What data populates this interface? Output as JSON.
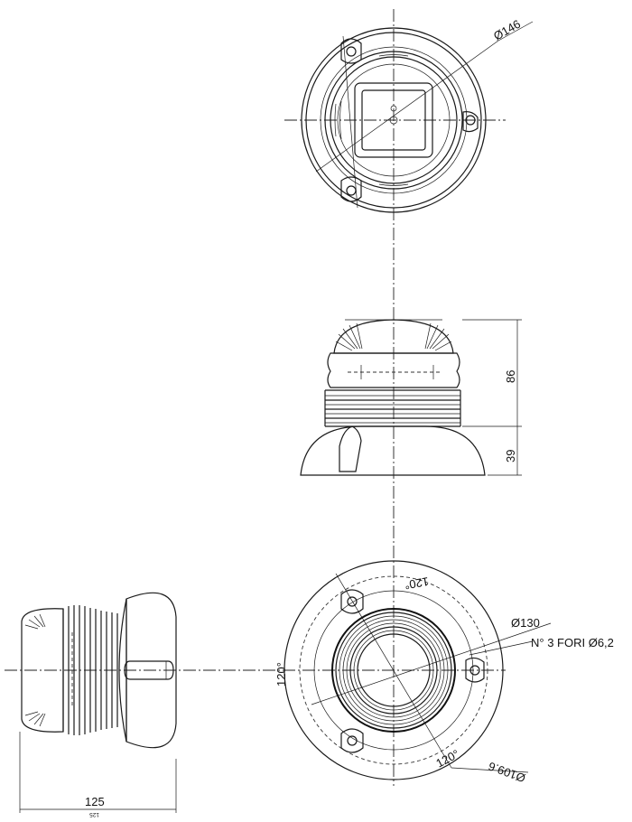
{
  "top_view": {
    "dia_label": "Ø146"
  },
  "side_view": {
    "dim_upper": "86",
    "dim_lower": "39"
  },
  "bottom_view": {
    "angle_top": "120°",
    "angle_left": "120°",
    "angle_bottom": "120°",
    "dia_outer": "Ø130",
    "dia_inner": "Ø109.6",
    "holes_note": "N° 3 FORI Ø6,2"
  },
  "left_view": {
    "width_label": "125",
    "width_label_mirror": "125"
  }
}
